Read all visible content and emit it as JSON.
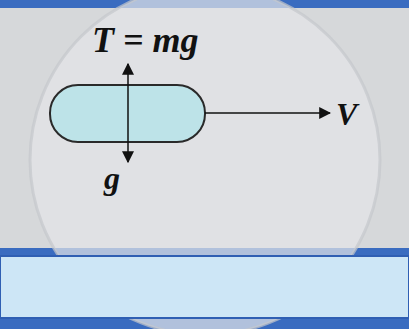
{
  "diagram": {
    "labels": [
      "T = mg",
      "g",
      "V"
    ]
  }
}
